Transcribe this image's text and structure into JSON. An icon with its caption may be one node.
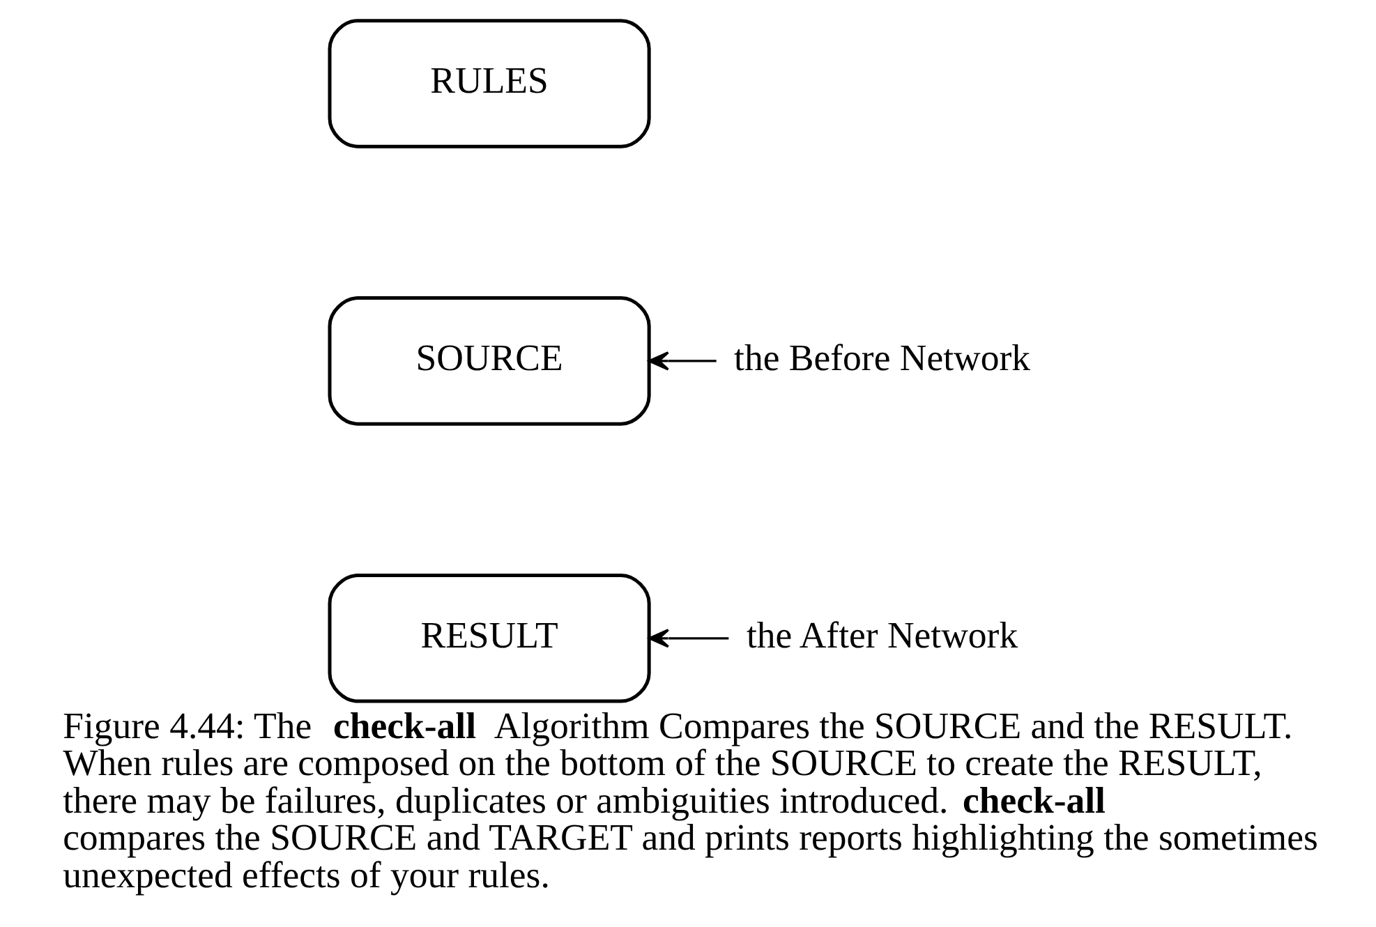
{
  "diagram": {
    "caption": "Figure 4.44: The **check-all** Algorithm Compares the SOURCE and the RESULT. When rules are composed on the bottom of the SOURCE to create the RESULT, there may be failures, duplicates or ambiguities introduced. **check-all** compares the SOURCE and TARGET and prints reports highlighting the sometimes unexpected effects of your rules.",
    "nodes": [
      {
        "text": [
          "SOURCE"
        ]
      },
      {
        "text": [
          "RULES"
        ]
      },
      {
        "text": [
          "RESULT"
        ]
      },
      {
        "text": [
          "the Before Network"
        ]
      },
      {
        "text": [
          "the After Network"
        ]
      }
    ],
    "edges": [
      {
        "from": 3,
        "to": 0,
        "arrow": "to"
      },
      {
        "from": 4,
        "to": 2,
        "arrow": "to"
      }
    ]
  }
}
